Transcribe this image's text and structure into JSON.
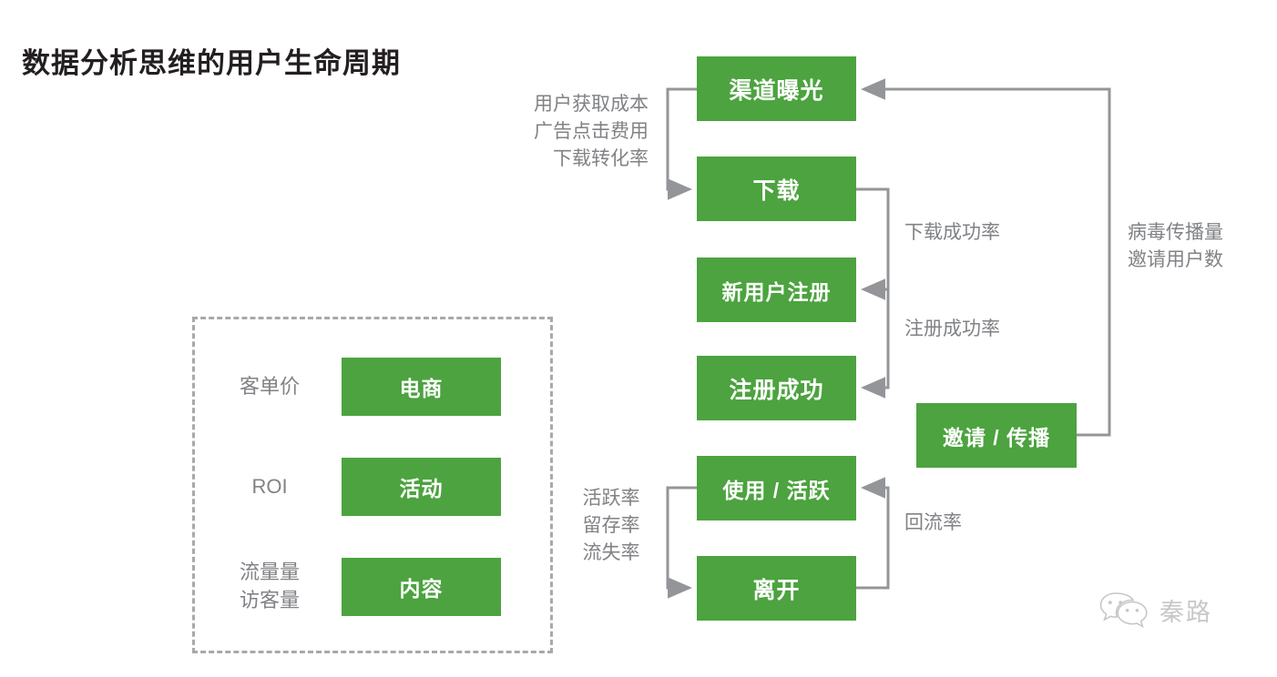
{
  "title": "数据分析思维的用户生命周期",
  "colors": {
    "node_green": "#4CA33F",
    "node_text": "#ffffff",
    "annotation_gray": "#808285",
    "wire_gray": "#939598",
    "dashed_gray": "#a7a9ac",
    "title_black": "#231f20"
  },
  "flow": {
    "nodes": [
      {
        "id": "channel-exposure",
        "label": "渠道曝光"
      },
      {
        "id": "download",
        "label": "下载"
      },
      {
        "id": "new-user-register",
        "label": "新用户注册"
      },
      {
        "id": "register-success",
        "label": "注册成功"
      },
      {
        "id": "invite-share",
        "label": "邀请 / 传播"
      },
      {
        "id": "use-active",
        "label": "使用 / 活跃"
      },
      {
        "id": "leave",
        "label": "离开"
      }
    ],
    "annotations": [
      {
        "id": "acquisition-metrics",
        "text": "用户获取成本\n广告点击费用\n下载转化率"
      },
      {
        "id": "download-success-rate",
        "text": "下载成功率"
      },
      {
        "id": "register-success-rate",
        "text": "注册成功率"
      },
      {
        "id": "viral-metrics",
        "text": "病毒传播量\n邀请用户数"
      },
      {
        "id": "activity-metrics",
        "text": "活跃率\n留存率\n流失率"
      },
      {
        "id": "return-rate",
        "text": "回流率"
      }
    ]
  },
  "business_panel": {
    "rows": [
      {
        "metric": "客单价",
        "label": "电商"
      },
      {
        "metric": "ROI",
        "label": "活动"
      },
      {
        "metric": "流量量\n访客量",
        "label": "内容"
      }
    ]
  },
  "watermark": {
    "icon": "wechat-icon",
    "text": "秦路"
  }
}
